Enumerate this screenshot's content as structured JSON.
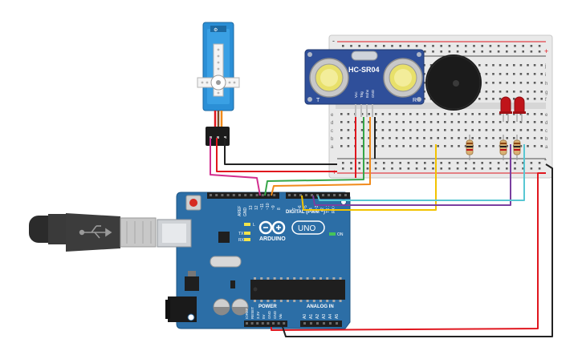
{
  "colors": {
    "board": "#2c6ea6",
    "board_dark": "#1e5584",
    "breadboard": "#e8e8e8",
    "wire_red": "#e0161e",
    "wire_black": "#222222",
    "wire_green": "#36a548",
    "wire_orange": "#f08a1a",
    "wire_yellow": "#f2c300",
    "wire_purple": "#7a3fa0",
    "wire_cyan": "#58c7d3",
    "wire_magenta": "#d22d8e",
    "servo": "#2b8fd6",
    "sensor": "#2f4f9a",
    "buzzer": "#1b1b1b",
    "led": "#c0141a"
  },
  "arduino": {
    "brand": "ARDUINO",
    "model": "UNO",
    "digital_label": "DIGITAL (PWM ~)",
    "power_label": "POWER",
    "analog_label": "ANALOG IN",
    "tx_label": "TX",
    "rx_label": "RX",
    "l_label": "L",
    "on_label": "ON",
    "power_pins": [
      "IOREF",
      "RESET",
      "3.3V",
      "5V",
      "GND",
      "GND",
      "Vin"
    ],
    "analog_pins": [
      "A0",
      "A1",
      "A2",
      "A3",
      "A4",
      "A5"
    ],
    "digital_pins": [
      "AREF",
      "GND",
      "13",
      "12",
      "~11",
      "~10",
      "~9",
      "8",
      "7",
      "~6",
      "~5",
      "4",
      "~3",
      "2",
      "TX 1",
      "RX 0"
    ]
  },
  "sensor": {
    "label": "HC-SR04",
    "pins": [
      "Vcc",
      "Trig",
      "Echo",
      "GND"
    ],
    "left_mark": "T",
    "right_mark": "R"
  },
  "breadboard": {
    "plus": "+",
    "minus": "-",
    "row_letters_top": [
      "j",
      "i",
      "h",
      "g",
      "f"
    ],
    "row_letters_bottom": [
      "e",
      "d",
      "c",
      "b",
      "a"
    ]
  },
  "icons": [
    "usb-cable-icon",
    "servo-icon",
    "buzzer-icon",
    "led-icon",
    "resistor-icon",
    "arduino-logo-icon"
  ]
}
